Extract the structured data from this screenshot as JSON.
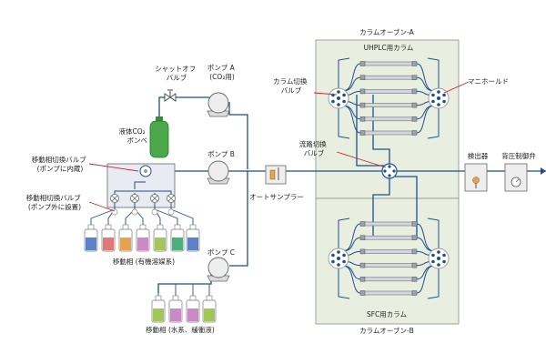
{
  "colors": {
    "line": "#1f4e8c",
    "oven_fill": "#e9efe0",
    "oven_stroke": "#8c8c8c",
    "column_fill": "#d4d8dc",
    "cylinder": "#4aa84a",
    "leader": "#c8282d",
    "ring": "#9a9a9a",
    "bottle_colors": [
      "#5b82c4",
      "#e07a7a",
      "#e6a24e",
      "#c98ac5",
      "#a2c65a",
      "#4bb07a",
      "#5b82c4"
    ],
    "bottle_colors_c": [
      "#a2c65a",
      "#c98ac5",
      "#c98ac5",
      "#a2c65a"
    ]
  },
  "labels": {
    "shutoff_valve": [
      "シャットオフ",
      "バルブ"
    ],
    "pump_a": [
      "ポンプ A",
      "(CO₂用)"
    ],
    "co2_cylinder": [
      "液体CO₂",
      "ボンベ"
    ],
    "pump_b": "ポンプ B",
    "pump_c": "ポンプ C",
    "switch_valve_internal": [
      "移動相切換バルブ",
      "(ポンプに内蔵)"
    ],
    "switch_valve_external": [
      "移動相切換バルブ",
      "(ポンプ外に設置)"
    ],
    "mobile_phase_organic": "移動相 (有機溶媒系)",
    "mobile_phase_aqueous": "移動相 (水系、緩衝液)",
    "column_switch_valve": [
      "カラム切換",
      "バルブ"
    ],
    "flow_switch_valve": [
      "流路切換",
      "バルブ"
    ],
    "autosampler": "オートサンプラー",
    "oven_a": "カラムオーブン-A",
    "oven_b": "カラムオーブン-B",
    "uhplc_columns": "UHPLC用カラム",
    "sfc_columns": "SFC用カラム",
    "manifold": "マニホールド",
    "detector": "検出器",
    "bpr": "背圧制御弁"
  }
}
